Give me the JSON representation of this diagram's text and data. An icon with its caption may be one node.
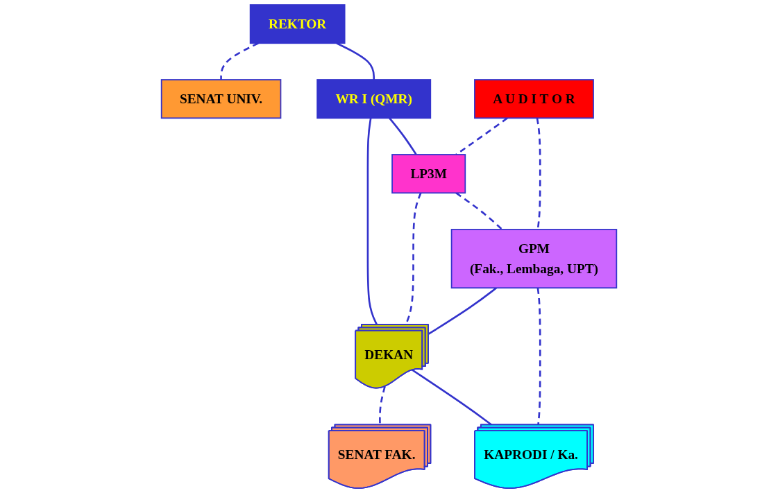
{
  "diagram": {
    "nodes": [
      {
        "text": [
          "REKTOR"
        ]
      },
      {
        "text": [
          "SENAT UNIV."
        ]
      },
      {
        "text": [
          "WR I (QMR)"
        ]
      },
      {
        "text": [
          "A U D I T O R"
        ]
      },
      {
        "text": [
          "LP3M"
        ]
      },
      {
        "text": [
          "DEKAN"
        ]
      },
      {
        "text": [
          "SENAT FAK."
        ]
      },
      {
        "text": [
          "GPM",
          "(Fak., Lembaga, UPT)"
        ]
      },
      {
        "text": [
          "KAPRODI / Ka."
        ]
      }
    ],
    "edges": [
      {
        "from": 0,
        "to": 1,
        "arrow": "none",
        "style": "dashed"
      },
      {
        "from": 0,
        "to": 2,
        "arrow": "none"
      },
      {
        "from": 2,
        "to": 4,
        "arrow": "none"
      },
      {
        "from": 3,
        "to": 4,
        "arrow": "none",
        "style": "dashed"
      },
      {
        "from": 2,
        "to": 5,
        "arrow": "none"
      },
      {
        "from": 4,
        "to": 5,
        "arrow": "none",
        "style": "dashed"
      },
      {
        "from": 5,
        "to": 6,
        "arrow": "none",
        "style": "dashed"
      },
      {
        "from": 4,
        "to": 7,
        "arrow": "none",
        "style": "dashed"
      },
      {
        "from": 3,
        "to": 7,
        "arrow": "none",
        "style": "dashed"
      },
      {
        "from": 7,
        "to": 5,
        "arrow": "none"
      },
      {
        "from": 5,
        "to": 8,
        "arrow": "none"
      },
      {
        "from": 7,
        "to": 8,
        "arrow": "none",
        "style": "dashed"
      }
    ]
  }
}
